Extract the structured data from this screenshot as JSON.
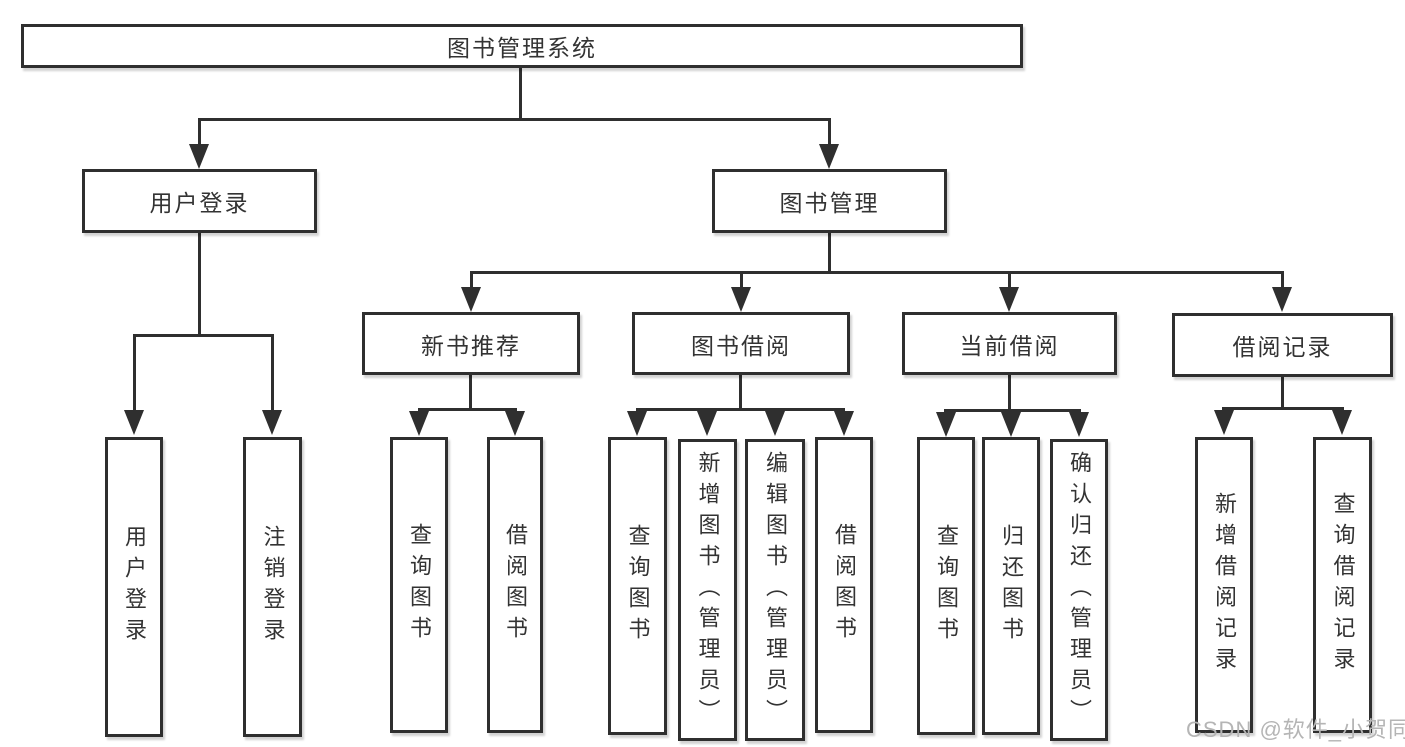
{
  "colors": {
    "line": "#2f2f2f",
    "box_border": "#2f2f2f",
    "box_fill": "#ffffff",
    "text": "#333333",
    "watermark": "#b5b5b5"
  },
  "watermark": {
    "text": "CSDN @软件_小贺同学"
  },
  "tree": {
    "label": "图书管理系统",
    "children": [
      {
        "label": "用户登录",
        "children": [
          {
            "label": "用户登录"
          },
          {
            "label": "注销登录"
          }
        ]
      },
      {
        "label": "图书管理",
        "children": [
          {
            "label": "新书推荐",
            "children": [
              {
                "label": "查询图书"
              },
              {
                "label": "借阅图书"
              }
            ]
          },
          {
            "label": "图书借阅",
            "children": [
              {
                "label": "查询图书"
              },
              {
                "label": "新增图书（管理员）"
              },
              {
                "label": "编辑图书（管理员）"
              },
              {
                "label": "借阅图书"
              }
            ]
          },
          {
            "label": "当前借阅",
            "children": [
              {
                "label": "查询图书"
              },
              {
                "label": "归还图书"
              },
              {
                "label": "确认归还（管理员）"
              }
            ]
          },
          {
            "label": "借阅记录",
            "children": [
              {
                "label": "新增借阅记录"
              },
              {
                "label": "查询借阅记录"
              }
            ]
          }
        ]
      }
    ]
  }
}
